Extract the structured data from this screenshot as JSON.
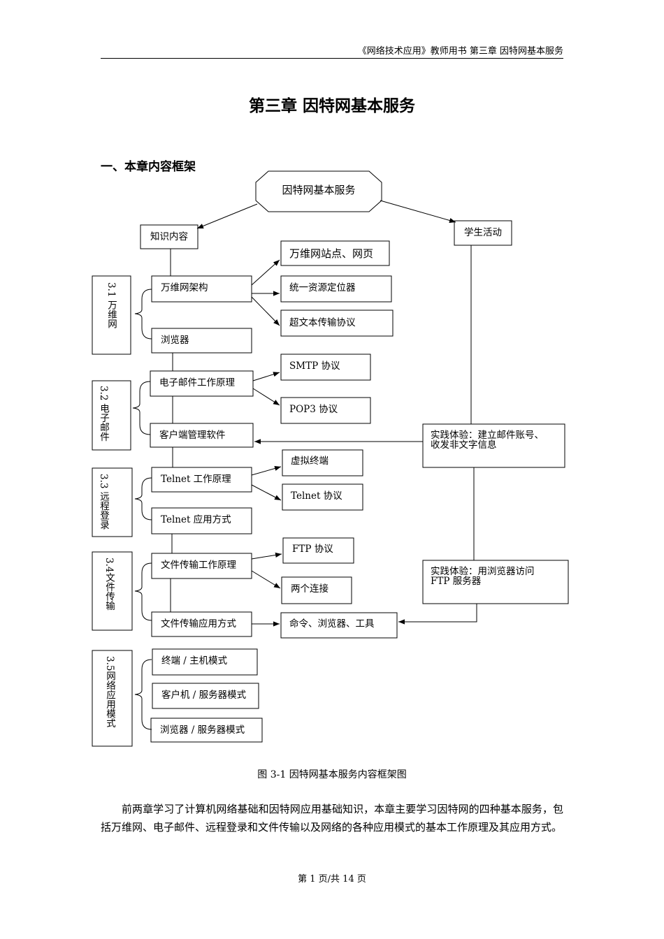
{
  "header": {
    "text": "《网络技术应用》教师用书  第三章 因特网基本服务"
  },
  "title": "第三章 因特网基本服务",
  "section_heading": "一、本章内容框架",
  "diagram": {
    "root": "因特网基本服务",
    "knowledge": "知识内容",
    "student": "学生活动",
    "sections": {
      "s1": "3.1 万维网",
      "s2": "3.2 电子邮件",
      "s3": "3.3 远程登录",
      "s4": "3.4文件传输",
      "s5": "3.5网络应用模式"
    },
    "nodes": {
      "www_arch": "万维网架构",
      "browser": "浏览器",
      "www_site": "万维网站点、网页",
      "url": "统一资源定位器",
      "http": "超文本传输协议",
      "mail_principle": "电子邮件工作原理",
      "client_soft": "客户端管理软件",
      "smtp": "SMTP 协议",
      "pop3": "POP3 协议",
      "telnet_principle": "Telnet 工作原理",
      "telnet_usage": "Telnet 应用方式",
      "vterm": "虚拟终端",
      "telnet_proto": "Telnet 协议",
      "ft_principle": "文件传输工作原理",
      "ft_usage": "文件传输应用方式",
      "ftp_proto": "FTP 协议",
      "two_conn": "两个连接",
      "cmd_tools": "命令、浏览器、工具",
      "mode_terminal": "终端 / 主机模式",
      "mode_cs": "客户机 / 服务器模式",
      "mode_bs": "浏览器 / 服务器模式"
    },
    "activities": {
      "mail_line1": "实践体验：建立邮件账号、",
      "mail_line2": "收发非文字信息",
      "ftp_line1": "实践体验：用浏览器访问",
      "ftp_line2": "FTP 服务器"
    }
  },
  "caption": "图 3-1 因特网基本服务内容框架图",
  "paragraph": "前两章学习了计算机网络基础和因特网应用基础知识，本章主要学习因特网的四种基本服务，包括万维网、电子邮件、远程登录和文件传输以及网络的各种应用模式的基本工作原理及其应用方式。",
  "footer": "第 1 页/共 14 页"
}
